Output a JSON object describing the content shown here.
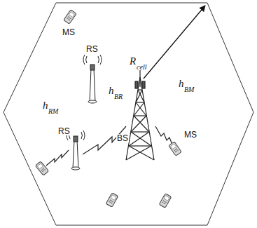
{
  "diagram": {
    "labels": [
      "MS",
      "RS",
      "R",
      "cell",
      "h",
      "BR",
      "h",
      "BM",
      "h",
      "RM",
      "RS",
      "BS",
      "MS"
    ]
  }
}
